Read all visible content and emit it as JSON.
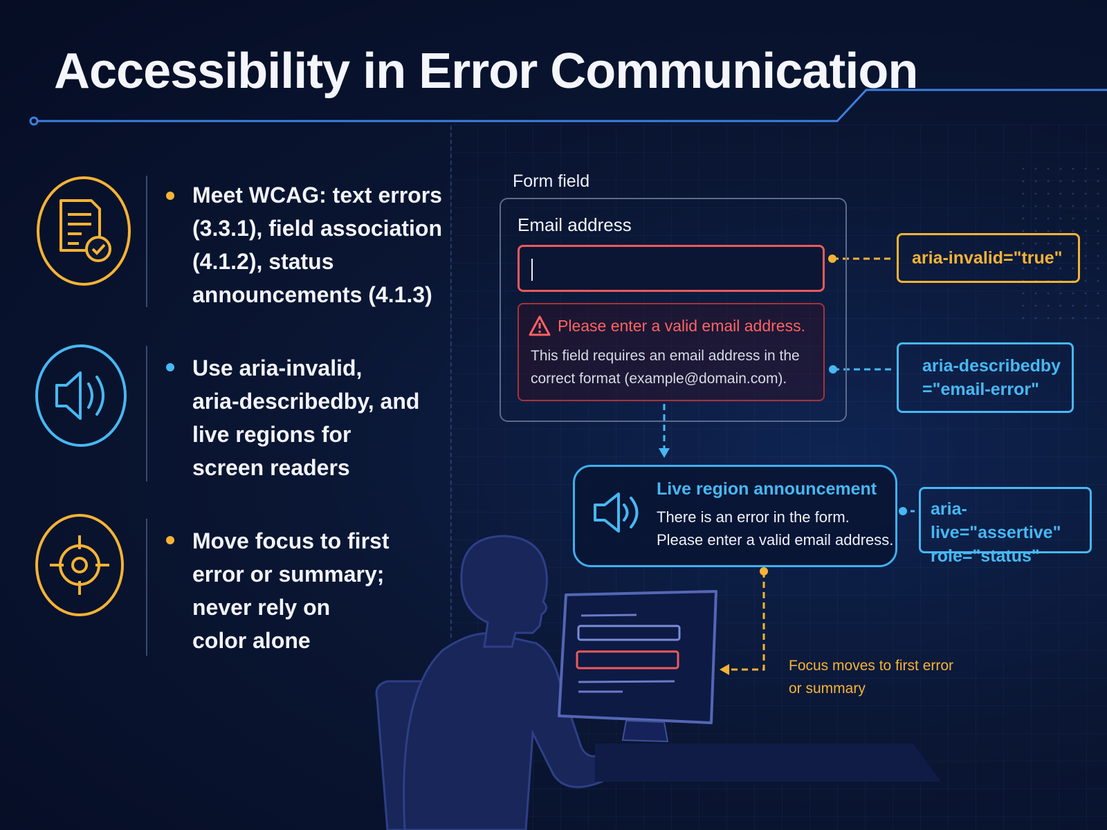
{
  "title": "Accessibility in Error Communication",
  "colors": {
    "amber": "#f5b335",
    "blue": "#47b8f3",
    "error_red": "#ef5a5a",
    "background": "#0a1633"
  },
  "bullets": [
    {
      "icon": "document-check-icon",
      "color": "amber",
      "text": "Meet WCAG: text errors\n(3.3.1), field association\n(4.1.2), status\nannouncements (4.1.3)"
    },
    {
      "icon": "speaker-icon",
      "color": "blue",
      "text": "Use aria-invalid,\naria-describedby, and\nlive regions for\nscreen readers"
    },
    {
      "icon": "crosshair-icon",
      "color": "amber",
      "text": "Move focus to first\nerror or summary;\nnever rely on\ncolor alone"
    }
  ],
  "form": {
    "caption": "Form field",
    "label": "Email address",
    "value": "",
    "error_title": "Please enter a valid email address.",
    "error_description": "This field requires an email address in the\ncorrect format (example@domain.com)."
  },
  "tags": {
    "aria_invalid": "aria-invalid=\"true\"",
    "aria_describedby": "aria-describedby\n=\"email-error\"",
    "aria_live": "aria-live=\"assertive\"\nrole=\"status\""
  },
  "live_region": {
    "title": "Live region announcement",
    "text": "There is an error in the form.\nPlease enter a valid email address."
  },
  "focus_note": "Focus moves to first error\nor summary"
}
